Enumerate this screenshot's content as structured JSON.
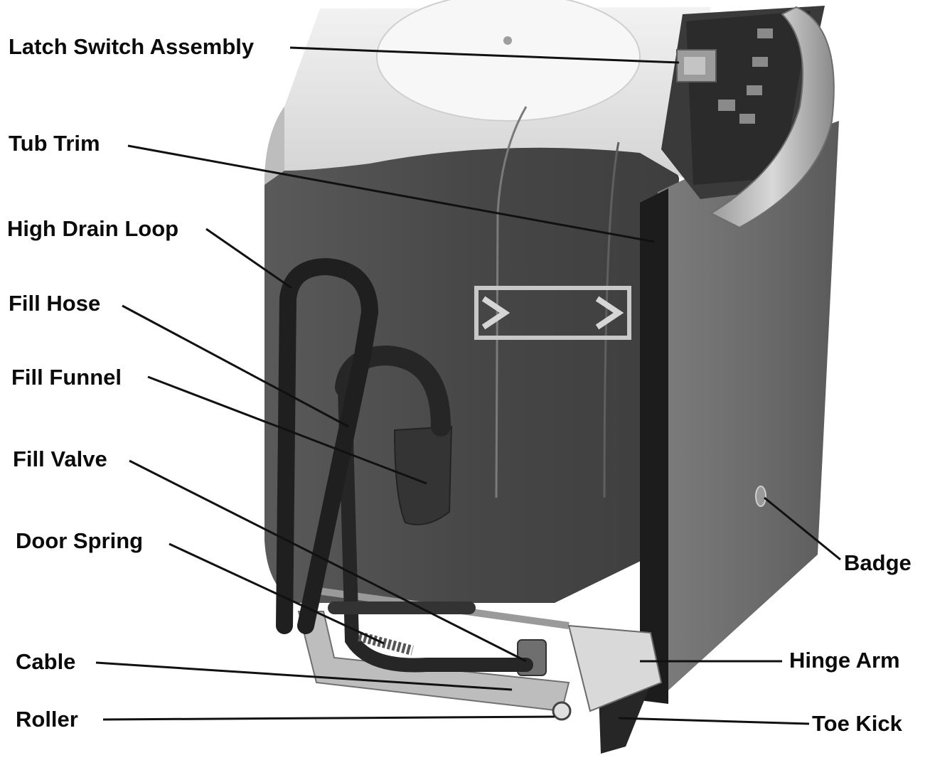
{
  "labels": {
    "latch_switch_assembly": "Latch Switch Assembly",
    "tub_trim": "Tub Trim",
    "high_drain_loop": "High Drain Loop",
    "fill_hose": "Fill Hose",
    "fill_funnel": "Fill Funnel",
    "fill_valve": "Fill Valve",
    "door_spring": "Door Spring",
    "cable": "Cable",
    "roller": "Roller",
    "badge": "Badge",
    "hinge_arm": "Hinge Arm",
    "toe_kick": "Toe Kick"
  },
  "colors": {
    "tub_dark": "#4a4a4a",
    "tub_light": "#e4e4e4",
    "door_panel": "#6a6a6a",
    "hose": "#262626",
    "frame": "#8c8c8c",
    "leader": "#111111",
    "text": "#0b0b0b"
  }
}
